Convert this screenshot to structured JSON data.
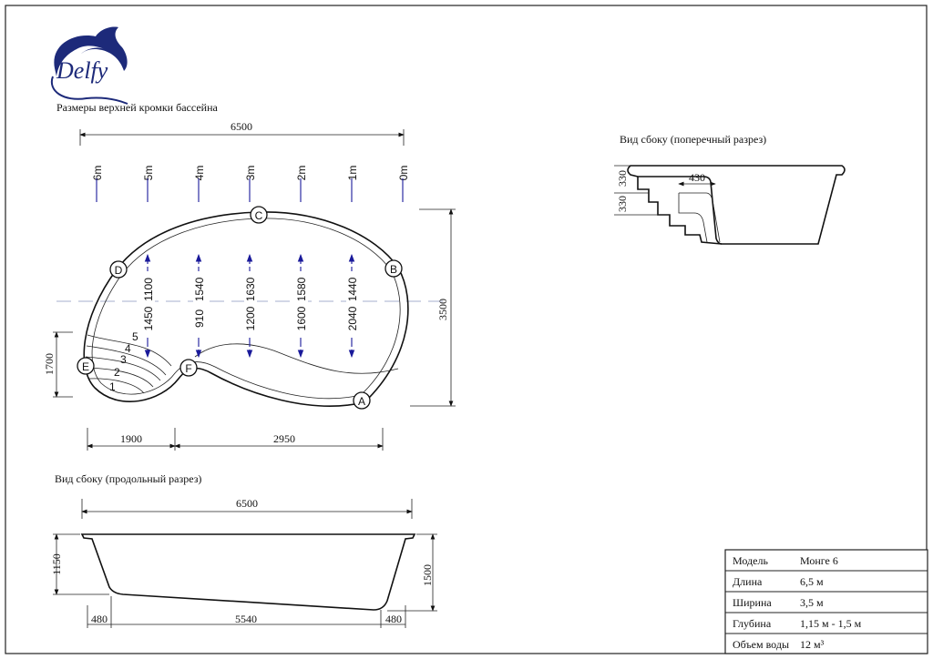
{
  "logo": {
    "brand": "Delfy"
  },
  "plan": {
    "title": "Размеры верхней кромки бассейна",
    "length_dim": "6500",
    "width_dim": "3500",
    "left_dim": "1700",
    "bottom_dims": [
      "1900",
      "2950"
    ],
    "meter_marks": [
      "6m",
      "5m",
      "4m",
      "3m",
      "2m",
      "1m",
      "0m"
    ],
    "depth_upper": [
      "1100",
      "1540",
      "1630",
      "1580",
      "1440"
    ],
    "depth_lower": [
      "1450",
      "910",
      "1200",
      "1600",
      "2040"
    ],
    "points": [
      "A",
      "B",
      "C",
      "D",
      "E",
      "F"
    ],
    "steps": [
      "1",
      "2",
      "3",
      "4",
      "5"
    ]
  },
  "cross_section": {
    "title": "Вид сбоку (поперечный разрез)",
    "step_width": "430",
    "step_heights": [
      "330",
      "330"
    ]
  },
  "long_section": {
    "title": "Вид сбоку (продольный разрез)",
    "length_dim": "6500",
    "shallow_depth": "1150",
    "deep_depth": "1500",
    "bottom_dims": [
      "480",
      "5540",
      "480"
    ]
  },
  "specs": {
    "rows": [
      {
        "label": "Модель",
        "value": "Монге 6"
      },
      {
        "label": "Длина",
        "value": "6,5 м"
      },
      {
        "label": "Ширина",
        "value": "3,5 м"
      },
      {
        "label": "Глубина",
        "value": "1,15 м - 1,5 м"
      },
      {
        "label": "Объем воды",
        "value": "12 м³"
      }
    ]
  },
  "colors": {
    "brand": "#1d2a7a",
    "dim_arrows": "#1a1a9a",
    "centerline": "#b7bfd6"
  }
}
